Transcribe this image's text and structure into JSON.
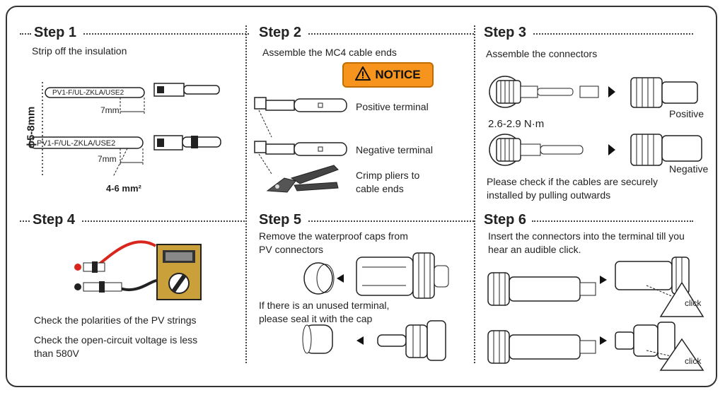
{
  "steps": {
    "s1": {
      "title": "Step 1",
      "text": "Strip off the insulation",
      "cable_label": "PV1-F/UL-ZKLA/USE2",
      "diameter": "ϕ5-8mm",
      "strip_len": "7mm",
      "area": "4-6 mm²"
    },
    "s2": {
      "title": "Step 2",
      "text": "Assemble the MC4 cable ends",
      "notice": "NOTICE",
      "pos": "Positive terminal",
      "neg": "Negative terminal",
      "crimp1": "Crimp pliers to",
      "crimp2": "cable ends"
    },
    "s3": {
      "title": "Step 3",
      "text": "Assemble the connectors",
      "torque": "2.6-2.9 N·m",
      "positive": "Positive",
      "negative": "Negative",
      "check1": "Please check if the cables are securely",
      "check2": "installed by pulling outwards"
    },
    "s4": {
      "title": "Step 4",
      "check1": "Check the polarities of the PV strings",
      "check2a": "Check the open-circuit voltage is less",
      "check2b": "than 580V"
    },
    "s5": {
      "title": "Step 5",
      "t1a": "Remove the waterproof caps from",
      "t1b": "PV connectors",
      "t2a": "If there is an unused terminal,",
      "t2b": "please seal it with the cap"
    },
    "s6": {
      "title": "Step 6",
      "t1a": "Insert the connectors into the terminal till you",
      "t1b": "hear an audible click.",
      "click": "click"
    }
  },
  "icons": [
    "warning-icon",
    "arrow-right-icon",
    "arrow-left-icon",
    "multimeter-icon",
    "crimp-pliers-icon",
    "connector-icon",
    "cap-icon"
  ],
  "colors": {
    "notice": "#f7941d",
    "positive_wire": "#d9261c",
    "negative_wire": "#222222",
    "meter_body": "#c9a03a"
  }
}
